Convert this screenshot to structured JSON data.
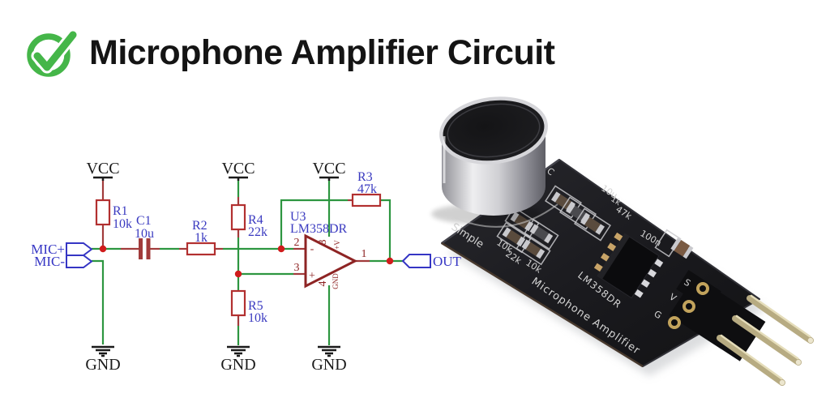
{
  "header": {
    "title": "Microphone Amplifier Circuit",
    "check_icon_color": "#45b649",
    "title_color": "#141414"
  },
  "schematic": {
    "colors": {
      "wire": "#2d9640",
      "component_outline": "#b23030",
      "pin_stub": "#a13b3b",
      "opamp": "#8e2424",
      "junction_dot": "#d01c1c",
      "label_blue": "#3a3ac0",
      "power_text": "#1a1a1a"
    },
    "labels": {
      "vcc": "VCC",
      "gnd": "GND",
      "mic_plus": "MIC+",
      "mic_minus": "MIC-",
      "out": "OUT"
    },
    "components": {
      "r1": {
        "ref": "R1",
        "value": "10k"
      },
      "c1": {
        "ref": "C1",
        "value": "10u"
      },
      "r2": {
        "ref": "R2",
        "value": "1k"
      },
      "r3": {
        "ref": "R3",
        "value": "47k"
      },
      "r4": {
        "ref": "R4",
        "value": "22k"
      },
      "r5": {
        "ref": "R5",
        "value": "10k"
      },
      "u3": {
        "ref": "U3",
        "part": "LM358DR"
      }
    },
    "opamp_pins": {
      "in_minus_num": "2",
      "in_plus_num": "3",
      "out_num": "1",
      "vplus_num": "8",
      "gnd_num": "4",
      "vplus": "+V",
      "gnd": "GND",
      "minus_sign": "-",
      "plus_sign": "+"
    }
  },
  "photo": {
    "colors": {
      "pcb": "#1b1b1f",
      "pin_gold": "#b7ab82",
      "silkscreen": "#d4d4d4",
      "capsule_silver": "#cfcfd3"
    },
    "silkscreen": {
      "simple": "Simple",
      "mic_partial": "C",
      "c_10u": "10u",
      "r_1k": "1k",
      "r_47k": "47k",
      "r_10k_top": "10k",
      "r_22k": "22k",
      "r_10k_bot": "10k",
      "c_100n": "100n",
      "ic": "LM358DR",
      "product": "Microphone Amplifier",
      "pin_s": "S",
      "pin_v": "V",
      "pin_g": "G"
    }
  }
}
